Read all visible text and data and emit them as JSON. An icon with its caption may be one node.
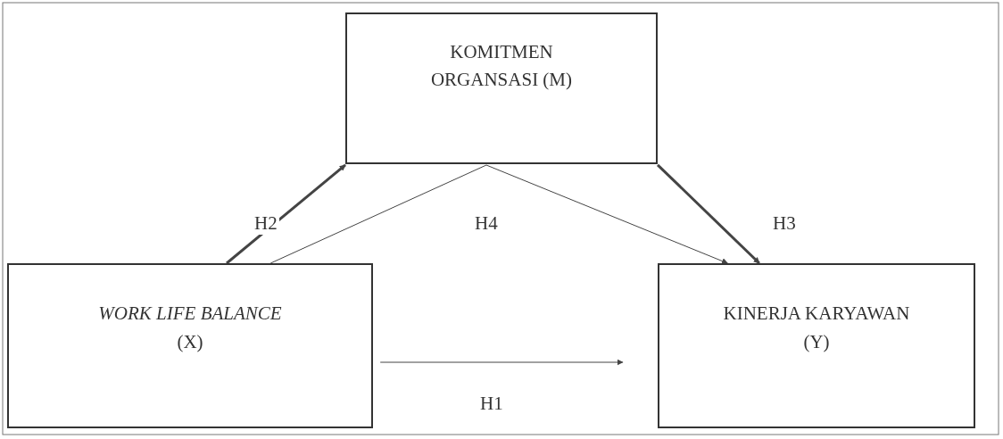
{
  "diagram": {
    "nodes": [
      {
        "text": [
          "KOMITMEN ORGANSASI (M)"
        ]
      },
      {
        "text": [
          "*WORK LIFE BALANCE* (X)"
        ]
      },
      {
        "text": [
          "KINERJA KARYAWAN (Y)"
        ]
      }
    ],
    "edges": [
      {
        "from": 1,
        "to": 0,
        "arrow": "to",
        "label": "H2",
        "style": "thick"
      },
      {
        "from": 1,
        "to": 2,
        "arrow": "to",
        "label": "H4"
      },
      {
        "from": 0,
        "to": 2,
        "arrow": "to",
        "label": "H3",
        "style": "thick"
      },
      {
        "from": 1,
        "to": 2,
        "arrow": "to",
        "label": "H1"
      }
    ]
  }
}
